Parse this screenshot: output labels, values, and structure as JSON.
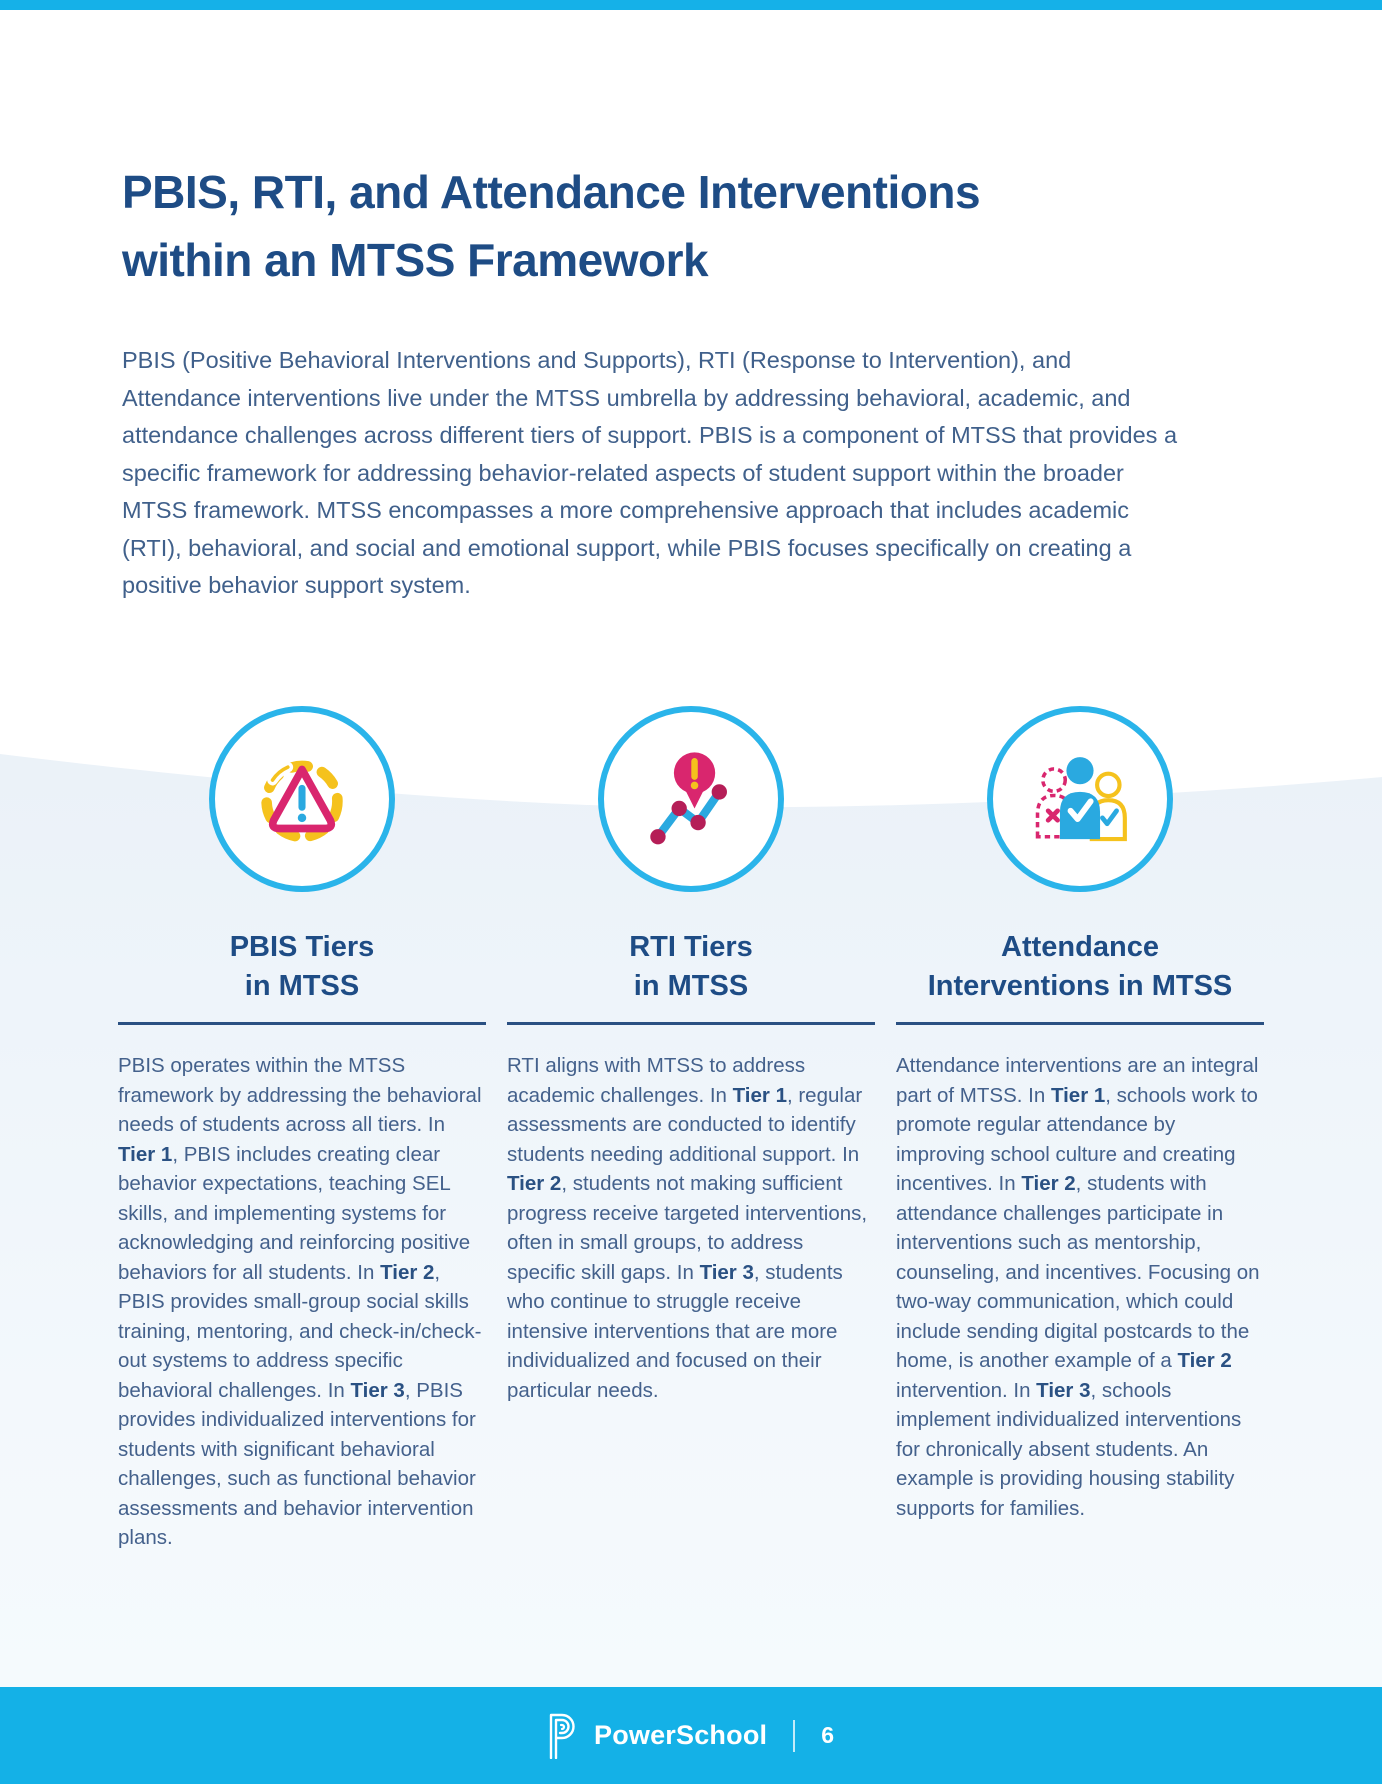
{
  "colors": {
    "accent_cyan": "#14b1e7",
    "circle_ring_cyan": "#2ab4ea",
    "heading_navy": "#1e4c85",
    "body_slate": "#44618c",
    "magenta": "#d9266e",
    "yellow": "#f5c21d",
    "icon_blue": "#2aa9e0",
    "lower_background": "#eaf1f8"
  },
  "header": {
    "title_line1": "PBIS, RTI, and Attendance Interventions",
    "title_line2": "within an MTSS Framework"
  },
  "intro": {
    "text": "PBIS (Positive Behavioral Interventions and Supports), RTI (Response to Intervention), and Attendance interventions live under the MTSS umbrella by addressing behavioral, academic, and attendance challenges across different tiers of support. PBIS is a component of MTSS that provides a specific framework for addressing behavior-related aspects of student support within the broader MTSS framework. MTSS encompasses a more comprehensive approach that includes academic (RTI), behavioral, and social and emotional support, while PBIS focuses specifically on creating a positive behavior support system."
  },
  "columns": [
    {
      "id": "pbis",
      "icon": "warning-triangle-dashed-circle-icon",
      "heading_line1": "PBIS Tiers",
      "heading_line2": "in MTSS",
      "body": [
        {
          "t": "PBIS operates within the MTSS framework by addressing the behavioral needs of students across all tiers. In "
        },
        {
          "t": "Tier 1",
          "b": true
        },
        {
          "t": ", PBIS includes creating clear behavior expectations, teaching SEL skills, and implementing systems for acknowledging and reinforcing positive behaviors for all students. In "
        },
        {
          "t": "Tier 2",
          "b": true
        },
        {
          "t": ", PBIS provides small-group social skills training, mentoring, and check-in/check-out systems to address specific behavioral challenges. In "
        },
        {
          "t": "Tier 3",
          "b": true
        },
        {
          "t": ", PBIS provides individualized interventions for students with significant behavioral challenges, such as functional behavior assessments and behavior intervention plans."
        }
      ]
    },
    {
      "id": "rti",
      "icon": "trend-line-alert-pin-icon",
      "heading_line1": "RTI Tiers",
      "heading_line2": "in MTSS",
      "body": [
        {
          "t": "RTI aligns with MTSS to address academic challenges. In "
        },
        {
          "t": "Tier 1",
          "b": true
        },
        {
          "t": ", regular assessments are conducted to identify students needing additional support. In "
        },
        {
          "t": "Tier 2",
          "b": true
        },
        {
          "t": ", students not making sufficient progress receive targeted interventions, often in small groups, to address specific skill gaps. In "
        },
        {
          "t": "Tier 3",
          "b": true
        },
        {
          "t": ", students who continue to struggle receive intensive interventions that are more individualized and focused on their particular needs."
        }
      ]
    },
    {
      "id": "attendance",
      "icon": "people-checkmarks-icon",
      "heading_line1": "Attendance",
      "heading_line2": "Interventions in MTSS",
      "body": [
        {
          "t": "Attendance interventions are an integral part of MTSS. In "
        },
        {
          "t": "Tier 1",
          "b": true
        },
        {
          "t": ", schools work to promote regular attendance by improving school culture and creating incentives. In "
        },
        {
          "t": "Tier 2",
          "b": true
        },
        {
          "t": ", students with attendance challenges participate in interventions such as mentorship, counseling, and incentives. Focusing on two-way communication, which could include sending digital postcards to the home, is another example of a "
        },
        {
          "t": "Tier 2",
          "b": true
        },
        {
          "t": " intervention. In "
        },
        {
          "t": "Tier 3",
          "b": true
        },
        {
          "t": ", schools implement individualized interventions for chronically absent students. An example is providing housing stability supports for families."
        }
      ]
    }
  ],
  "footer": {
    "brand": "PowerSchool",
    "page_number": "6"
  }
}
